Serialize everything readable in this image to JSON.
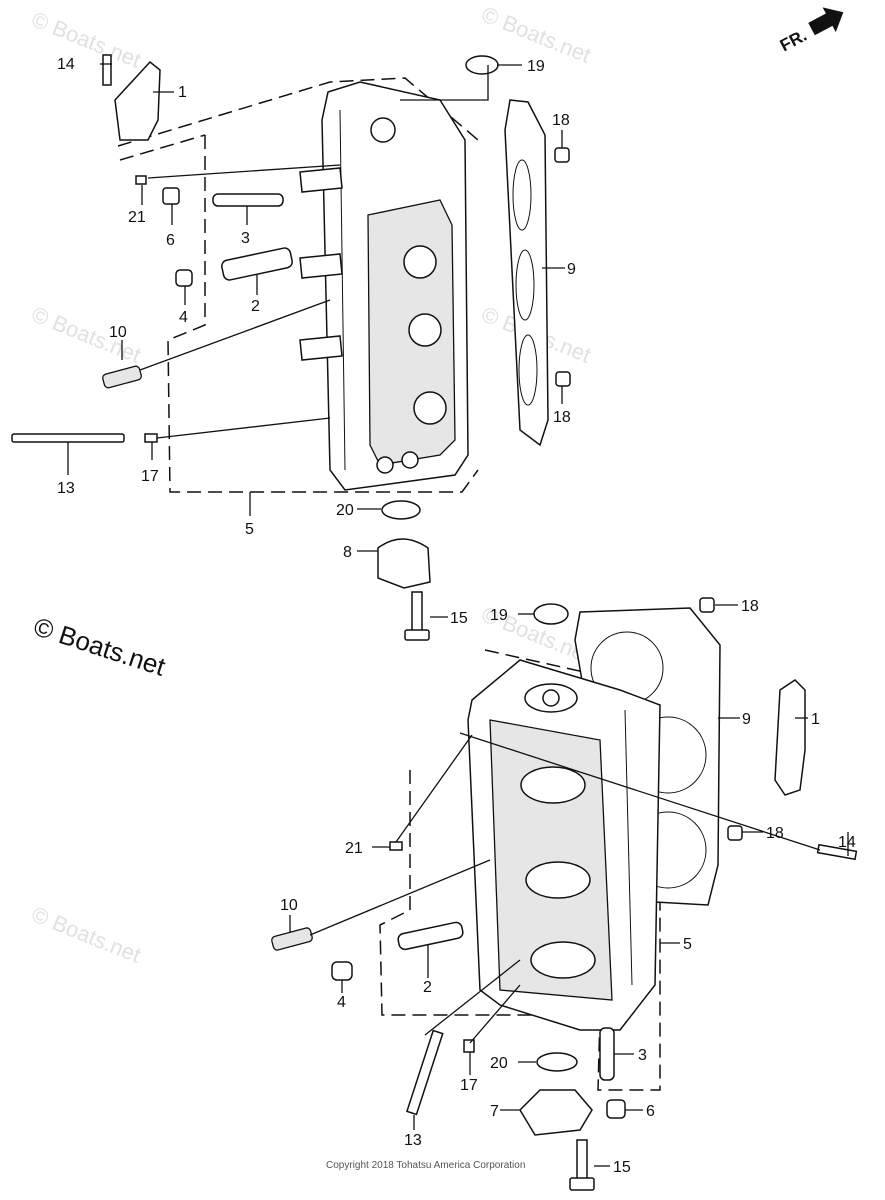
{
  "watermark": "© Boats.net",
  "main_watermark": "© Boats.net",
  "front_indicator": "FR.",
  "copyright": "Copyright 2018 Tohatsu America Corporation",
  "callouts": {
    "top": {
      "c1": "1",
      "c2": "2",
      "c3": "3",
      "c4": "4",
      "c5": "5",
      "c6": "6",
      "c8": "8",
      "c9": "9",
      "c10": "10",
      "c13": "13",
      "c14": "14",
      "c15": "15",
      "c17": "17",
      "c18a": "18",
      "c18b": "18",
      "c19": "19",
      "c20": "20",
      "c21": "21"
    },
    "bottom": {
      "c1": "1",
      "c2": "2",
      "c3": "3",
      "c4": "4",
      "c5": "5",
      "c6": "6",
      "c7": "7",
      "c9": "9",
      "c10": "10",
      "c13": "13",
      "c14": "14",
      "c15": "15",
      "c17": "17",
      "c18a": "18",
      "c18b": "18",
      "c19": "19",
      "c20": "20",
      "c21": "21"
    }
  }
}
